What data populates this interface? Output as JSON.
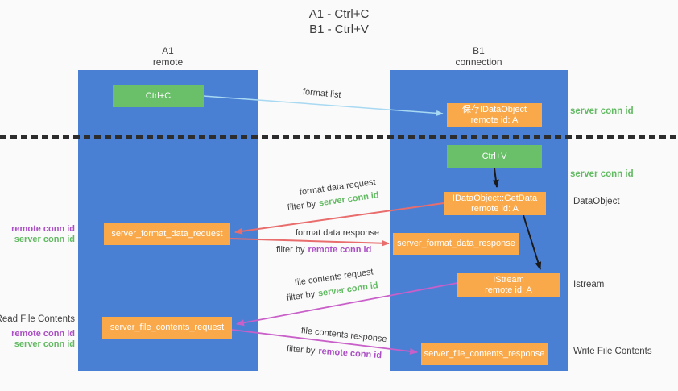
{
  "title": {
    "line1": "A1 - Ctrl+C",
    "line2": "B1 - Ctrl+V"
  },
  "columns": {
    "left": {
      "name": "A1",
      "role": "remote"
    },
    "right": {
      "name": "B1",
      "role": "connection"
    }
  },
  "nodes": {
    "ctrl_c": {
      "label": "Ctrl+C"
    },
    "ctrl_v": {
      "label": "Ctrl+V"
    },
    "save_idataobject": {
      "line1": "保存IDataObject",
      "line2": "remote id: A"
    },
    "getdata": {
      "line1": "IDataObject::GetData",
      "line2": "remote id: A"
    },
    "istream": {
      "line1": "IStream",
      "line2": "remote id: A"
    },
    "format_request": {
      "label": "server_format_data_request"
    },
    "format_response": {
      "label": "server_format_data_response"
    },
    "file_request": {
      "label": "server_file_contents_request"
    },
    "file_response": {
      "label": "server_file_contents_response"
    }
  },
  "arrow_labels": {
    "format_list": "format list",
    "format_data_request": "format data request",
    "format_data_response": "format data response",
    "file_contents_request": "file contents request",
    "file_contents_response": "file contents response",
    "filter_by": "filter by",
    "server_conn_id": "server conn id",
    "remote_conn_id": "remote conn id"
  },
  "side_labels": {
    "server_conn_id_top": "server conn id",
    "server_conn_id_mid": "server conn id",
    "dataobject": "DataObject",
    "istream": "Istream",
    "write_file_contents": "Write File Contents",
    "read_file_contents": "Read File Contents",
    "remote_conn_id": "remote conn id",
    "server_conn_id": "server conn id"
  },
  "colors": {
    "background": "#fafafa",
    "column_blue": "#4a80d4",
    "node_green": "#6abf69",
    "node_orange": "#f9a94a",
    "text_green": "#62ba62",
    "text_purple": "#ab4fc4",
    "arrow_red": "#e96d6d",
    "arrow_magenta": "#c95fc9",
    "arrow_lightblue": "#a8d9f2",
    "arrow_black": "#1a1a1a"
  }
}
